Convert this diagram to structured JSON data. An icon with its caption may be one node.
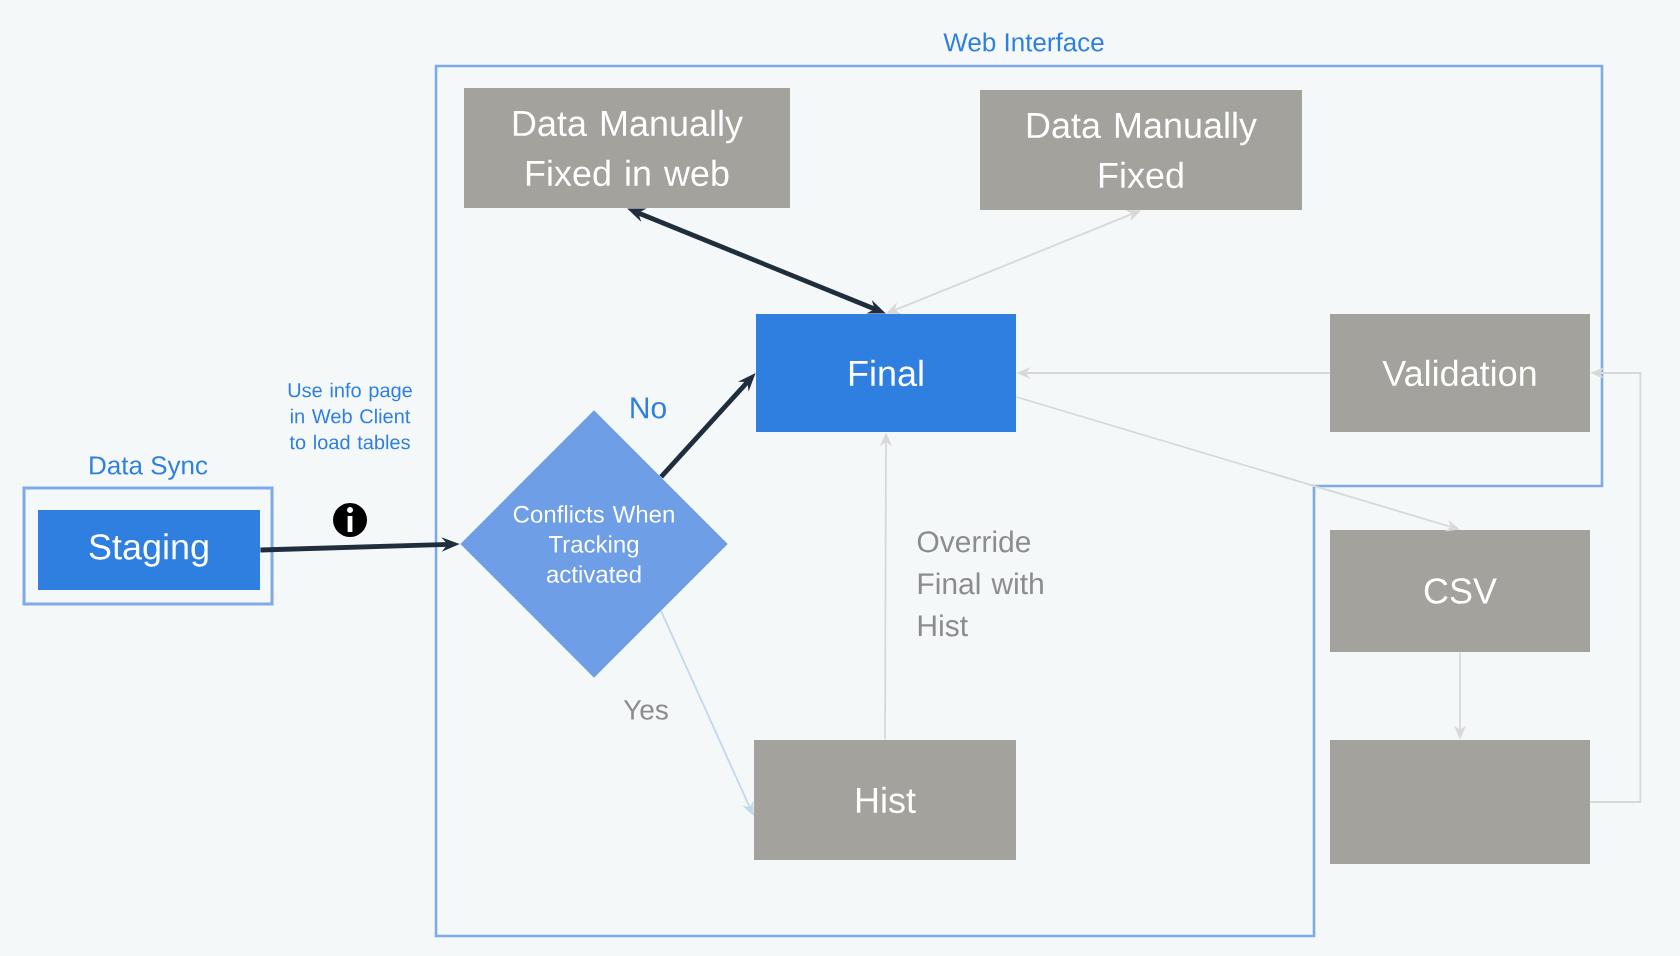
{
  "diagram": {
    "nodes": [
      {
        "text": [
          "Web Interface"
        ]
      },
      {
        "text": [
          "Data Manually Fixed in web"
        ],
        "in": 0
      },
      {
        "text": [
          "Data Manually Fixed"
        ],
        "in": 0
      },
      {
        "text": [
          "Final"
        ],
        "in": 0
      },
      {
        "text": [
          "Validation"
        ],
        "in": 0
      },
      {
        "text": [
          "Data Sync"
        ]
      },
      {
        "text": [
          "Staging"
        ],
        "in": 5
      },
      {
        "text": [
          "Conflicts When Tracking activated"
        ],
        "in": 0
      },
      {
        "text": [
          "Hist"
        ],
        "in": 0
      },
      {
        "text": [
          "CSV"
        ]
      },
      {
        "text": [],
        "shape": "box"
      }
    ],
    "edges": [
      {
        "from": 6,
        "to": 7,
        "arrow": "to",
        "label": "Use info page in Web Client to load tables",
        "style": "thick",
        "color": "#1f2d3d"
      },
      {
        "from": 7,
        "to": 3,
        "arrow": "to",
        "label": "No",
        "style": "thick",
        "color": "#1f2d3d"
      },
      {
        "from": 7,
        "to": 8,
        "arrow": "to",
        "label": "Yes",
        "color": "#c3d8ea"
      },
      {
        "from": 3,
        "to": 1,
        "arrow": "both",
        "style": "thick",
        "color": "#1f2d3d"
      },
      {
        "from": 3,
        "to": 2,
        "arrow": "both"
      },
      {
        "from": 4,
        "to": 3,
        "arrow": "to"
      },
      {
        "from": 8,
        "to": 3,
        "arrow": "to",
        "label": "Override Final with Hist"
      },
      {
        "from": 3,
        "to": 9,
        "arrow": "to"
      },
      {
        "from": 9,
        "to": 10,
        "arrow": "to"
      },
      {
        "from": 10,
        "to": 4,
        "arrow": "to"
      }
    ]
  }
}
